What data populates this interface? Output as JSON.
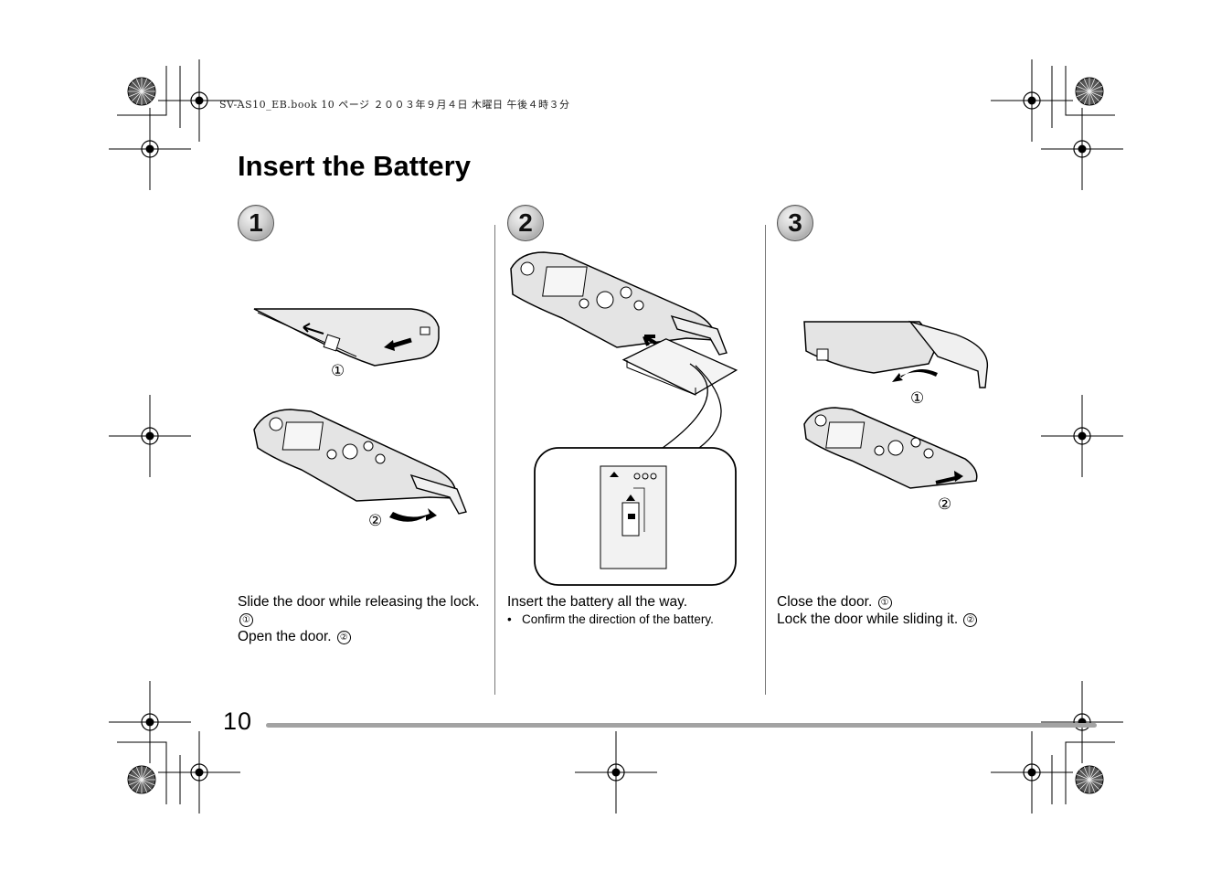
{
  "print_header": "SV-AS10_EB.book  10 ページ  ２００３年９月４日  木曜日  午後４時３分",
  "title": "Insert the Battery",
  "steps": [
    {
      "number": "1",
      "lines": [
        "Slide the door while releasing the lock.",
        "Open the door."
      ],
      "line_marks": [
        "①",
        "②"
      ],
      "illustration_marks": [
        "①",
        "②"
      ]
    },
    {
      "number": "2",
      "lines": [
        "Insert the battery all the way."
      ],
      "bullet": "Confirm the direction of the battery."
    },
    {
      "number": "3",
      "lines": [
        "Close the door.",
        "Lock the door while sliding it."
      ],
      "line_marks": [
        "①",
        "②"
      ],
      "illustration_marks": [
        "①",
        "②"
      ]
    }
  ],
  "page_number": "10"
}
